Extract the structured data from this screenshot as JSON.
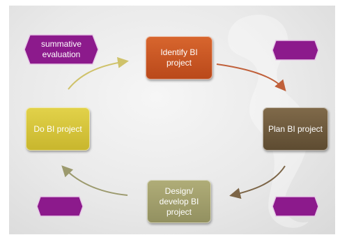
{
  "nodes": {
    "identify": "Identify BI project",
    "plan": "Plan BI project",
    "design": "Design/ develop BI project",
    "do": "Do BI project"
  },
  "tags": {
    "summative": "summative evaluation"
  },
  "colors": {
    "identify": "#c8531f",
    "plan": "#6e5a3c",
    "design": "#a3a06a",
    "do": "#d6c53a",
    "tag": "#8c1a8c"
  }
}
